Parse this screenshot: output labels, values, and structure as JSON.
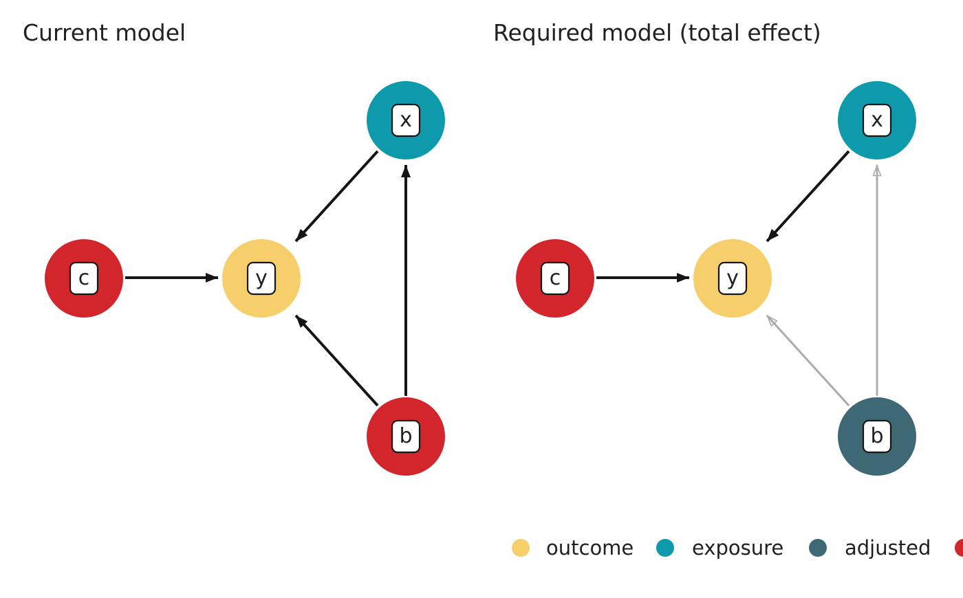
{
  "colors": {
    "outcome": "#F6CE6B",
    "exposure": "#0F9AAC",
    "adjusted": "#3E6874",
    "red": "#D2262C",
    "edge_black": "#151515",
    "edge_gray": "#ABABAB",
    "text": "#212121",
    "background": "#FFFFFF"
  },
  "chart_data": {
    "type": "diagram-dag",
    "title": "",
    "panels": [
      {
        "title": "Current model",
        "nodes": [
          {
            "id": "x",
            "label": "x",
            "role": "exposure"
          },
          {
            "id": "y",
            "label": "y",
            "role": "outcome"
          },
          {
            "id": "c",
            "label": "c",
            "role": "red"
          },
          {
            "id": "b",
            "label": "b",
            "role": "red"
          }
        ],
        "edges": [
          {
            "from": "c",
            "to": "y",
            "style": "black"
          },
          {
            "from": "x",
            "to": "y",
            "style": "black"
          },
          {
            "from": "b",
            "to": "y",
            "style": "black"
          },
          {
            "from": "b",
            "to": "x",
            "style": "black"
          }
        ]
      },
      {
        "title": "Required model (total effect)",
        "nodes": [
          {
            "id": "x",
            "label": "x",
            "role": "exposure"
          },
          {
            "id": "y",
            "label": "y",
            "role": "outcome"
          },
          {
            "id": "c",
            "label": "c",
            "role": "red"
          },
          {
            "id": "b",
            "label": "b",
            "role": "adjusted"
          }
        ],
        "edges": [
          {
            "from": "c",
            "to": "y",
            "style": "black"
          },
          {
            "from": "x",
            "to": "y",
            "style": "black"
          },
          {
            "from": "b",
            "to": "y",
            "style": "gray"
          },
          {
            "from": "b",
            "to": "x",
            "style": "gray"
          }
        ]
      }
    ],
    "legend": {
      "items": [
        {
          "label": "outcome",
          "color": "outcome"
        },
        {
          "label": "exposure",
          "color": "exposure"
        },
        {
          "label": "adjusted",
          "color": "adjusted"
        },
        {
          "label": "",
          "color": "red"
        }
      ]
    }
  }
}
